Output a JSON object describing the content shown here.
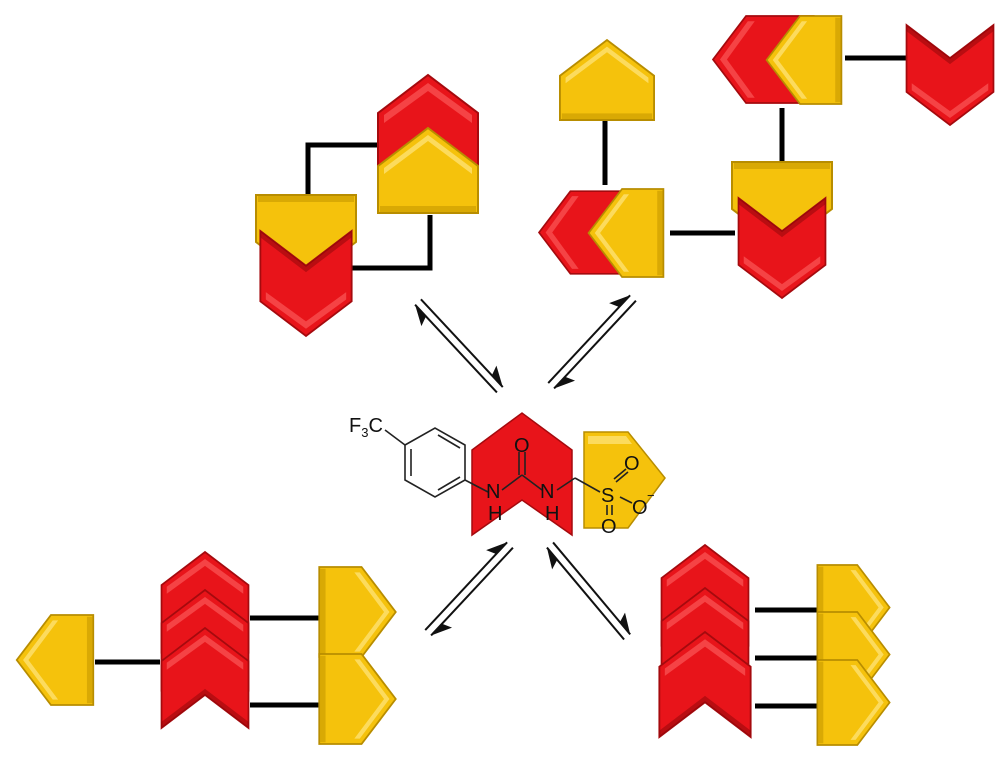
{
  "molecule": {
    "cf3_main": "F",
    "cf3_sub": "3",
    "cf3_tail": "C",
    "nh_left_n": "N",
    "nh_left_h": "H",
    "nh_right_n": "N",
    "nh_right_h": "H",
    "carbonyl_o": "O",
    "sulfur": "S",
    "sulfonyl_o_top": "O",
    "sulfonyl_o_bottom": "O",
    "sulfonate_o": "O",
    "charge": "−"
  },
  "colors": {
    "red": "#e8141a",
    "red_dark": "#b00a0e",
    "yellow": "#f5c20c",
    "yellow_dark": "#c79700",
    "linker": "#000000",
    "bond": "#222222"
  },
  "icons": {
    "urea_unit": "red-chevron-icon",
    "sulfonate_unit": "yellow-pentagon-icon",
    "equilibrium": "equilibrium-arrow-icon"
  }
}
